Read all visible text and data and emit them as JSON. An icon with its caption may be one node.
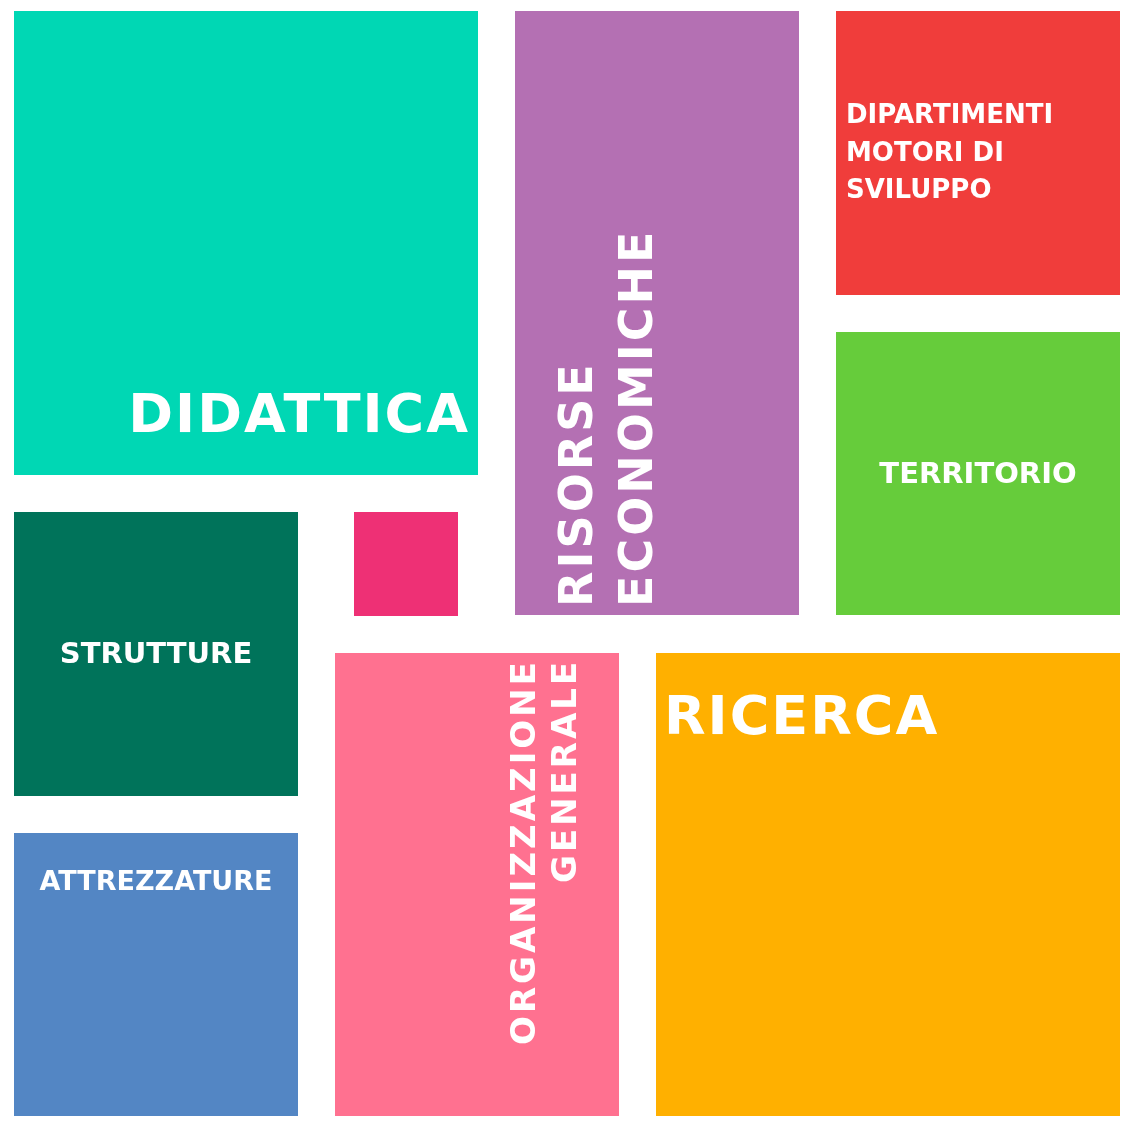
{
  "diagram": {
    "nodes": [
      {
        "text": [
          "DIDATTICA"
        ]
      },
      {
        "text": [
          "RISORSE ECONOMICHE"
        ]
      },
      {
        "text": [
          "DIPARTIMENTI MOTORI DI SVILUPPO"
        ]
      },
      {
        "text": [
          "STRUTTURE"
        ]
      },
      {
        "text": [],
        "shape": "box"
      },
      {
        "text": [
          "TERRITORIO"
        ]
      },
      {
        "text": [
          "ORGANIZZAZIONE GENERALE"
        ]
      },
      {
        "text": [
          "RICERCA"
        ]
      },
      {
        "text": [
          "ATTREZZATURE"
        ]
      }
    ]
  }
}
